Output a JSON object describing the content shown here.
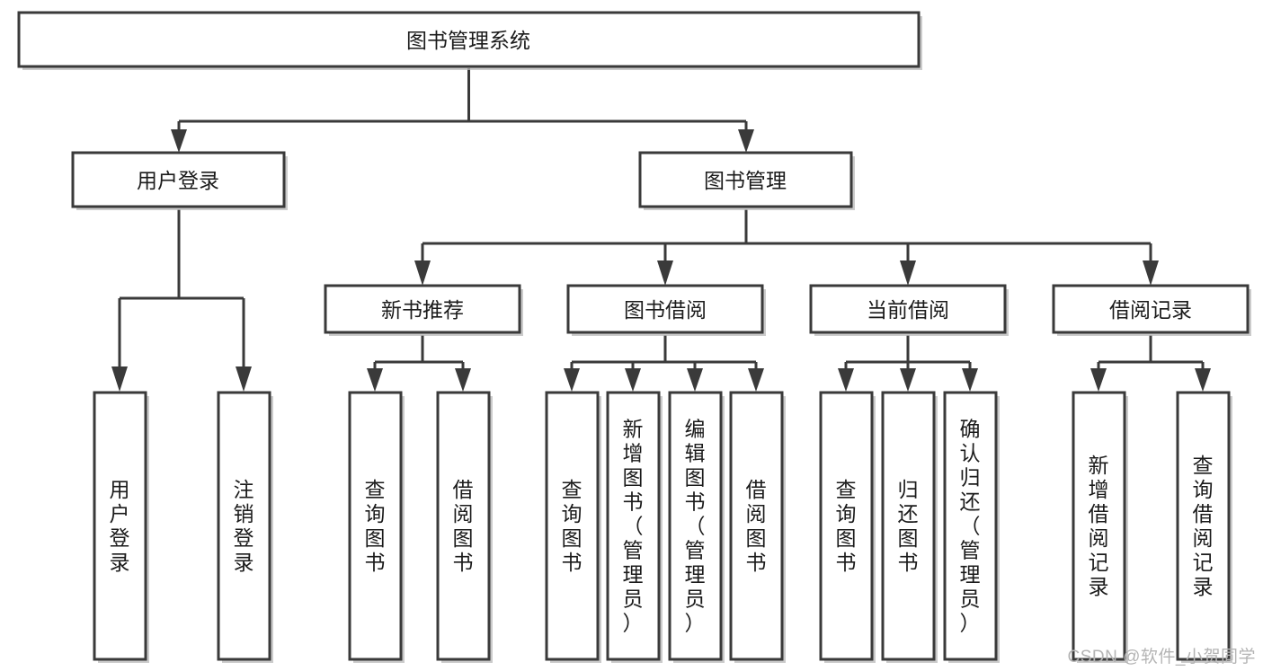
{
  "diagram": {
    "title": "图书管理系统",
    "type": "hierarchy-tree",
    "root": {
      "id": "root",
      "label": "图书管理系统",
      "orientation": "horizontal"
    },
    "level2": [
      {
        "id": "user-login",
        "label": "用户登录",
        "orientation": "horizontal"
      },
      {
        "id": "book-manage",
        "label": "图书管理",
        "orientation": "horizontal"
      }
    ],
    "level3": [
      {
        "id": "new-book-recommend",
        "label": "新书推荐",
        "orientation": "horizontal",
        "parent": "book-manage"
      },
      {
        "id": "book-borrow",
        "label": "图书借阅",
        "orientation": "horizontal",
        "parent": "book-manage"
      },
      {
        "id": "current-borrow",
        "label": "当前借阅",
        "orientation": "horizontal",
        "parent": "book-manage"
      },
      {
        "id": "borrow-record",
        "label": "借阅记录",
        "orientation": "horizontal",
        "parent": "book-manage"
      }
    ],
    "leaves": [
      {
        "id": "leaf-user-login",
        "label": "用户登录",
        "orientation": "vertical",
        "parent": "user-login"
      },
      {
        "id": "leaf-user-logout",
        "label": "注销登录",
        "orientation": "vertical",
        "parent": "user-login"
      },
      {
        "id": "leaf-query-book-1",
        "label": "查询图书",
        "orientation": "vertical",
        "parent": "new-book-recommend"
      },
      {
        "id": "leaf-borrow-book-1",
        "label": "借阅图书",
        "orientation": "vertical",
        "parent": "new-book-recommend"
      },
      {
        "id": "leaf-query-book-2",
        "label": "查询图书",
        "orientation": "vertical",
        "parent": "book-borrow"
      },
      {
        "id": "leaf-add-book",
        "label": "新增图书（管理员）",
        "orientation": "vertical",
        "parent": "book-borrow"
      },
      {
        "id": "leaf-edit-book",
        "label": "编辑图书（管理员）",
        "orientation": "vertical",
        "parent": "book-borrow"
      },
      {
        "id": "leaf-borrow-book-2",
        "label": "借阅图书",
        "orientation": "vertical",
        "parent": "book-borrow"
      },
      {
        "id": "leaf-query-book-3",
        "label": "查询图书",
        "orientation": "vertical",
        "parent": "current-borrow"
      },
      {
        "id": "leaf-return-book",
        "label": "归还图书",
        "orientation": "vertical",
        "parent": "current-borrow"
      },
      {
        "id": "leaf-confirm-return",
        "label": "确认归还（管理员）",
        "orientation": "vertical",
        "parent": "current-borrow"
      },
      {
        "id": "leaf-add-record",
        "label": "新增借阅记录",
        "orientation": "vertical",
        "parent": "borrow-record"
      },
      {
        "id": "leaf-query-record",
        "label": "查询借阅记录",
        "orientation": "vertical",
        "parent": "borrow-record"
      }
    ],
    "colors": {
      "box_fill": "#ffffff",
      "box_stroke": "#3a3a3a",
      "text": "#1b1b1b",
      "shadow": "#b9b9b9",
      "watermark": "#b4b4b4",
      "background": "#ffffff"
    }
  },
  "watermark": {
    "label": "CSDN @软件_小贺同学"
  }
}
